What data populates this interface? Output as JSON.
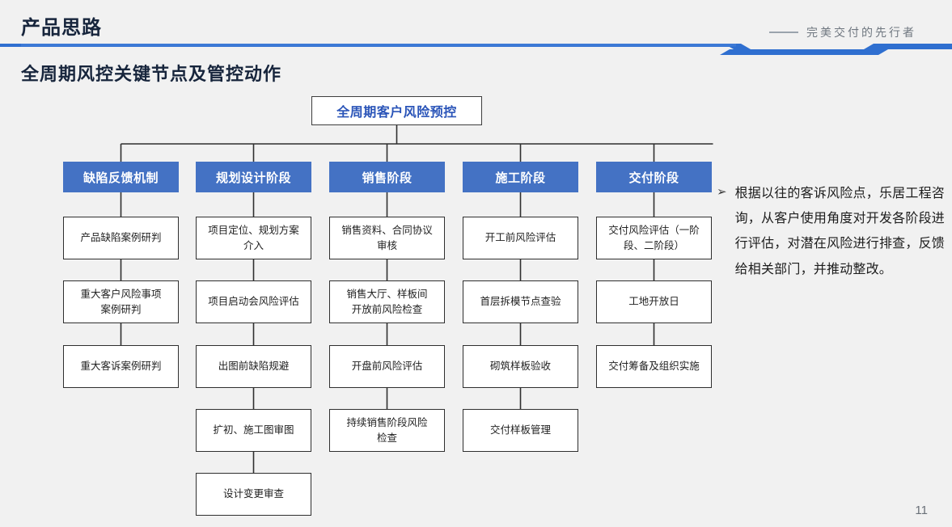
{
  "header": {
    "kicker": "产品思路",
    "tagline": "完美交付的先行者",
    "section_title": "全周期风控关键节点及管控动作",
    "rule_color_primary": "#2f6fd0",
    "rule_color_secondary": "#4a86d8"
  },
  "diagram": {
    "root": {
      "label": "全周期客户风险预控",
      "text_color": "#2a54b8"
    },
    "header_color": "#4472c4",
    "columns": [
      {
        "header": "缺陷反馈机制",
        "nodes": [
          {
            "lines": [
              "产品缺陷案例研判"
            ]
          },
          {
            "lines": [
              "重大客户风险事项",
              "案例研判"
            ]
          },
          {
            "lines": [
              "重大客诉案例研判"
            ]
          }
        ]
      },
      {
        "header": "规划设计阶段",
        "nodes": [
          {
            "lines": [
              "项目定位、规划方案",
              "介入"
            ]
          },
          {
            "lines": [
              "项目启动会风险评估"
            ]
          },
          {
            "lines": [
              "出图前缺陷规避"
            ]
          },
          {
            "lines": [
              "扩初、施工图审图"
            ]
          },
          {
            "lines": [
              "设计变更审查"
            ]
          }
        ]
      },
      {
        "header": "销售阶段",
        "nodes": [
          {
            "lines": [
              "销售资料、合同协议",
              "审核"
            ]
          },
          {
            "lines": [
              "销售大厅、样板间",
              "开放前风险检查"
            ]
          },
          {
            "lines": [
              "开盘前风险评估"
            ]
          },
          {
            "lines": [
              "持续销售阶段风险",
              "检查"
            ]
          }
        ]
      },
      {
        "header": "施工阶段",
        "nodes": [
          {
            "lines": [
              "开工前风险评估"
            ]
          },
          {
            "lines": [
              "首层拆模节点查验"
            ]
          },
          {
            "lines": [
              "砌筑样板验收"
            ]
          },
          {
            "lines": [
              "交付样板管理"
            ]
          }
        ]
      },
      {
        "header": "交付阶段",
        "nodes": [
          {
            "lines": [
              "交付风险评估（一阶",
              "段、二阶段）"
            ]
          },
          {
            "lines": [
              "工地开放日"
            ]
          },
          {
            "lines": [
              "交付筹备及组织实施"
            ]
          }
        ]
      }
    ]
  },
  "note": {
    "bullet": "➢",
    "text": "根据以往的客诉风险点，乐居工程咨询，从客户使用角度对开发各阶段进行评估，对潜在风险进行排查，反馈给相关部门，并推动整改。"
  },
  "footer": {
    "page_number": "11"
  }
}
